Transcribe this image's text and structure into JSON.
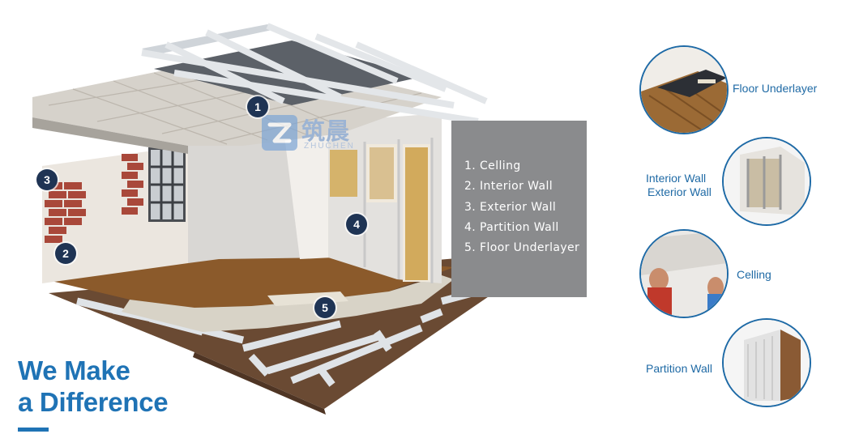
{
  "logo": {
    "text_cn": "筑晨",
    "text_en": "ZHUCHEN"
  },
  "markers": [
    "1",
    "2",
    "3",
    "4",
    "5"
  ],
  "legend": [
    "1. Celling",
    "2. Interior Wall",
    "3. Exterior Wall",
    "4. Partition Wall",
    "5. Floor Underlayer"
  ],
  "headline": {
    "line1": "We Make",
    "line2": "a Difference"
  },
  "thumbnails": {
    "floor": "Floor Underlayer",
    "wall_1": "Interior Wall",
    "wall_2": "Exterior Wall",
    "ceiling": "Celling",
    "partition": "Partition Wall"
  },
  "colors": {
    "accent_blue": "#1f73b5",
    "marker_navy": "#1f3454",
    "panel_gray": "#8a8b8d"
  }
}
